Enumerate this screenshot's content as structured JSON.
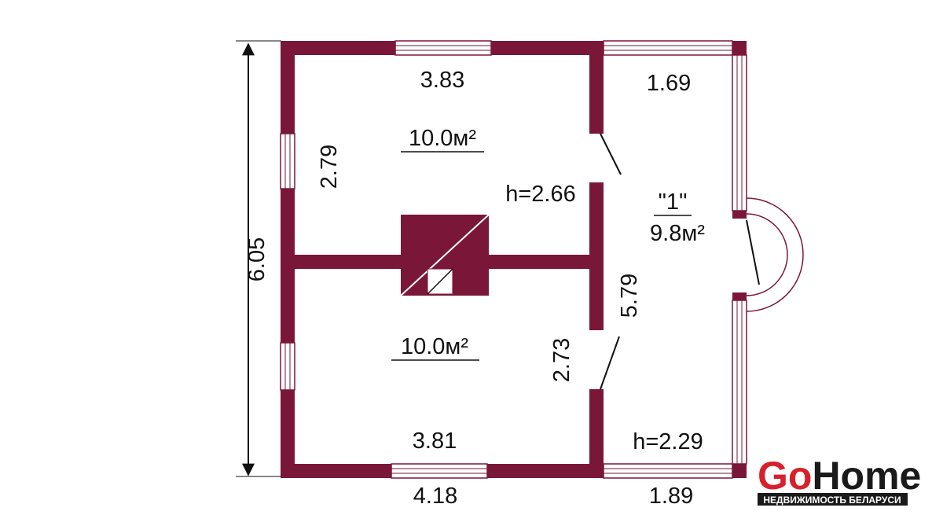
{
  "floor_plan": {
    "overall_height": "6.05",
    "room_upper": {
      "top_width": "3.83",
      "side_length": "2.79",
      "area": "10.0м²",
      "ceiling_height": "h=2.66"
    },
    "room_lower": {
      "bottom_width": "3.81",
      "side_length": "2.73",
      "area": "10.0м²"
    },
    "veranda": {
      "top_width": "1.69",
      "label": "\"1\"",
      "area": "9.8м²",
      "length": "5.79",
      "ceiling_height": "h=2.29"
    },
    "bottom_dims": {
      "left": "4.18",
      "right": "1.89"
    }
  },
  "colors": {
    "wall": "#7a1738",
    "logo_red": "#d8202c",
    "logo_dark": "#1a1a1a"
  },
  "logo": {
    "part1": "Go",
    "part2": "Home",
    "tagline": "НЕДВИЖИМОСТЬ БЕЛАРУСИ"
  }
}
